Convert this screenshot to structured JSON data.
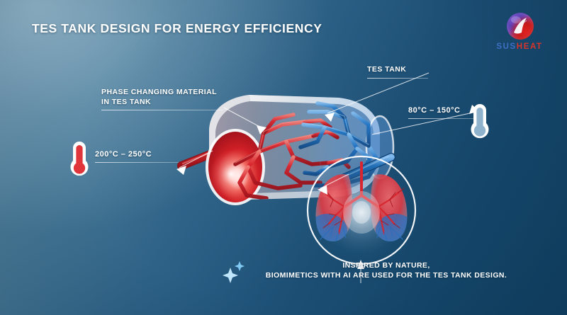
{
  "page": {
    "title": "TES TANK DESIGN FOR ENERGY EFFICIENCY",
    "background_top_left": "#6b92a9",
    "background_bottom_right": "#103f61"
  },
  "logo": {
    "name_part_1": "SUS",
    "name_part_2": "HEAT",
    "color_part_1": "#3f6fc4",
    "color_part_2": "#d9342c",
    "mark_icon": "sphere-swoosh-icon"
  },
  "callouts": {
    "pcm": {
      "line1": "PHASE CHANGING MATERIAL",
      "line2": "IN TES TANK"
    },
    "tes_tank": {
      "line1": "TES TANK"
    }
  },
  "temperatures": {
    "hot": {
      "value": "200°C – 250°C",
      "thermometer_icon": "thermometer-red-icon",
      "color": "#e0353a"
    },
    "cold": {
      "value": "80°C – 150°C",
      "thermometer_icon": "thermometer-blue-icon",
      "color": "#8fb3cc"
    }
  },
  "caption": {
    "line1": "INSPIRED BY NATURE,",
    "line2": "BIOMIMETICS WITH AI ARE USED FOR THE TES TANK DESIGN.",
    "sparkle_icon": "sparkle-icon"
  },
  "illustration": {
    "tank_icon": "tes-tank-cylinder-icon",
    "hot_inlet_icon": "hot-inlet-pipe-icon",
    "cold_outlet_icon": "cold-outlet-pipe-icon",
    "lungs_icon": "lungs-biomimetic-icon",
    "hot_color": "#d8252e",
    "cold_color": "#1f6fc0"
  }
}
